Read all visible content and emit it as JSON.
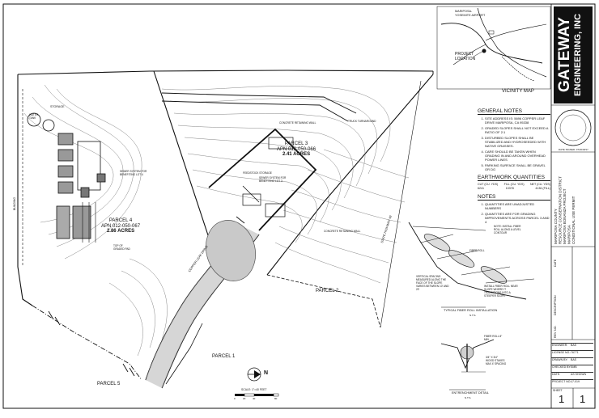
{
  "company": {
    "name_line1": "GATEWAY",
    "name_line2": "ENGINEERING, INC"
  },
  "vicinity_map": {
    "title": "VICINITY MAP",
    "airport_label": "MARIPOSA-YOSEMITE AIRPORT",
    "project_location_label": "PROJECT LOCATION"
  },
  "general_notes": {
    "title": "GENERAL NOTES",
    "items": [
      "SITE ADDRESS IS: 5696 COPPER LEAF DRIVE MARIPOSA, CA 95338",
      "GRADED SLOPES SHALL NOT EXCEED A RATIO OF 2:1",
      "DISTURBED SLOPES SHALL BE STABILIZED AND HYDROSEEDED WITH NATIVE GRASSES.",
      "CARE SHOULD BE TAKEN WHEN GRADING IN AND AROUND OVERHEAD POWER LINES",
      "PARKING SURFACE SHALL BE GRAVEL OR DG"
    ]
  },
  "earthwork": {
    "title": "EARTHWORK QUANTITIES",
    "headers": [
      "CUT (CU. YDS)",
      "FILL (CU. YDS)",
      "NET (CU. YDS)"
    ],
    "values": [
      "6241",
      "10378",
      "4136 (FILL)"
    ]
  },
  "notes": {
    "title": "NOTES",
    "items": [
      "QUANTITIES ARE UNADJUSTED NUMBERS",
      "QUANTITIES ARE FOR GRADING IMPROVEMENTS ACROSS PARCEL 3 AND 4"
    ]
  },
  "project_title": {
    "lines": [
      "MARIPOSA COUNTY",
      "RESOURCE CONSERVATION DISTRICT",
      "MARIPOSA BONANZA PROJECT",
      "MARIPOSA",
      "CONDITIONAL USE PERMIT"
    ]
  },
  "parcels": {
    "parcel3": {
      "name": "PARCEL 3",
      "apn": "APN 012-050-066",
      "area": "2.41 ACRES"
    },
    "parcel4": {
      "name": "PARCEL 4",
      "apn": "APN 012-050-067",
      "area": "2.86 ACRES"
    },
    "parcel2": "PARCEL 2",
    "parcel1": "PARCEL 1",
    "parcel5": "PARCEL 5"
  },
  "plan_labels": {
    "road": "COPPER LEAF DRIVE",
    "highway": "STATE HIGHWAY 49",
    "storage": "STORAGE",
    "feedstock_storage": "FEEDSTOCK STORAGE",
    "concrete_wall": "CONCRETE RETAINING WALL",
    "sewer1": "SEWER SYSTEM FOR BENEFITING LOT 4",
    "sewer2": "SEWER SYSTEM FOR BENEFITING LOT 3",
    "conc_wall_label": "CONCRETE RETAINING WALL",
    "truck_turnaround": "TRUCK TURNAROUND",
    "top_of_graded_pad": "TOP OF GRADED PAD",
    "building": "BUILDING",
    "water_tank": "WATER TANK",
    "north": "N",
    "scale_label": "SCALE: 1\"=40 FEET",
    "scale_ticks": [
      "0",
      "20",
      "40",
      "80"
    ]
  },
  "details": {
    "fiber_title": "TYPICAL FIBER ROLL INSTALLATION",
    "fiber_scale": "N.T.S.",
    "fiber_note1": "NOTE: INSTALL FIBER ROLL ALONG A LEVEL CONTOUR",
    "fiber_note2": "FIBER ROLL",
    "fiber_note3": "VERTICAL SPACING MEASURED ALONG THE FACE OF THE SLOPE VARIES BETWEEN 10' AND 20'",
    "fiber_note4": "INSTALL FIBER ROLL NEAR SLOPE WHERE IT TRANSITIONS INTO A STEEPER SLOPE",
    "entrench_title": "ENTRENCHMENT DETAIL",
    "entrench_scale": "N.T.S.",
    "entrench_note1": "FIBER ROLL 8\" MIN",
    "entrench_note2": "3/4\" X 3/4\" WOOD STAKES MAX 4' SPACING"
  },
  "title_block": {
    "rows": [
      {
        "label": "ENGINEER:",
        "value": "BAS"
      },
      {
        "label": "LICENSE NO.:",
        "value": "76771"
      },
      {
        "label": "DRAWN BY:",
        "value": "BAS"
      },
      {
        "label": "CHECKED BY:",
        "value": "SMB"
      },
      {
        "label": "DATE:",
        "value": "AS SHOWN"
      },
      {
        "label": "PROJECT NO.:",
        "value": "17-019"
      }
    ],
    "sheet_label": "SHEET",
    "sheet_no": "1",
    "sheet_of": "1",
    "date_signed": "DATE SIGNED: 07/2018/17",
    "revision_label": "DESCRIPTION",
    "date_col": "DATE",
    "rev_col": "REV. NO."
  },
  "colors": {
    "line": "#111111",
    "gray": "#9a9a9a",
    "fill_gray": "#bdbdbd"
  }
}
